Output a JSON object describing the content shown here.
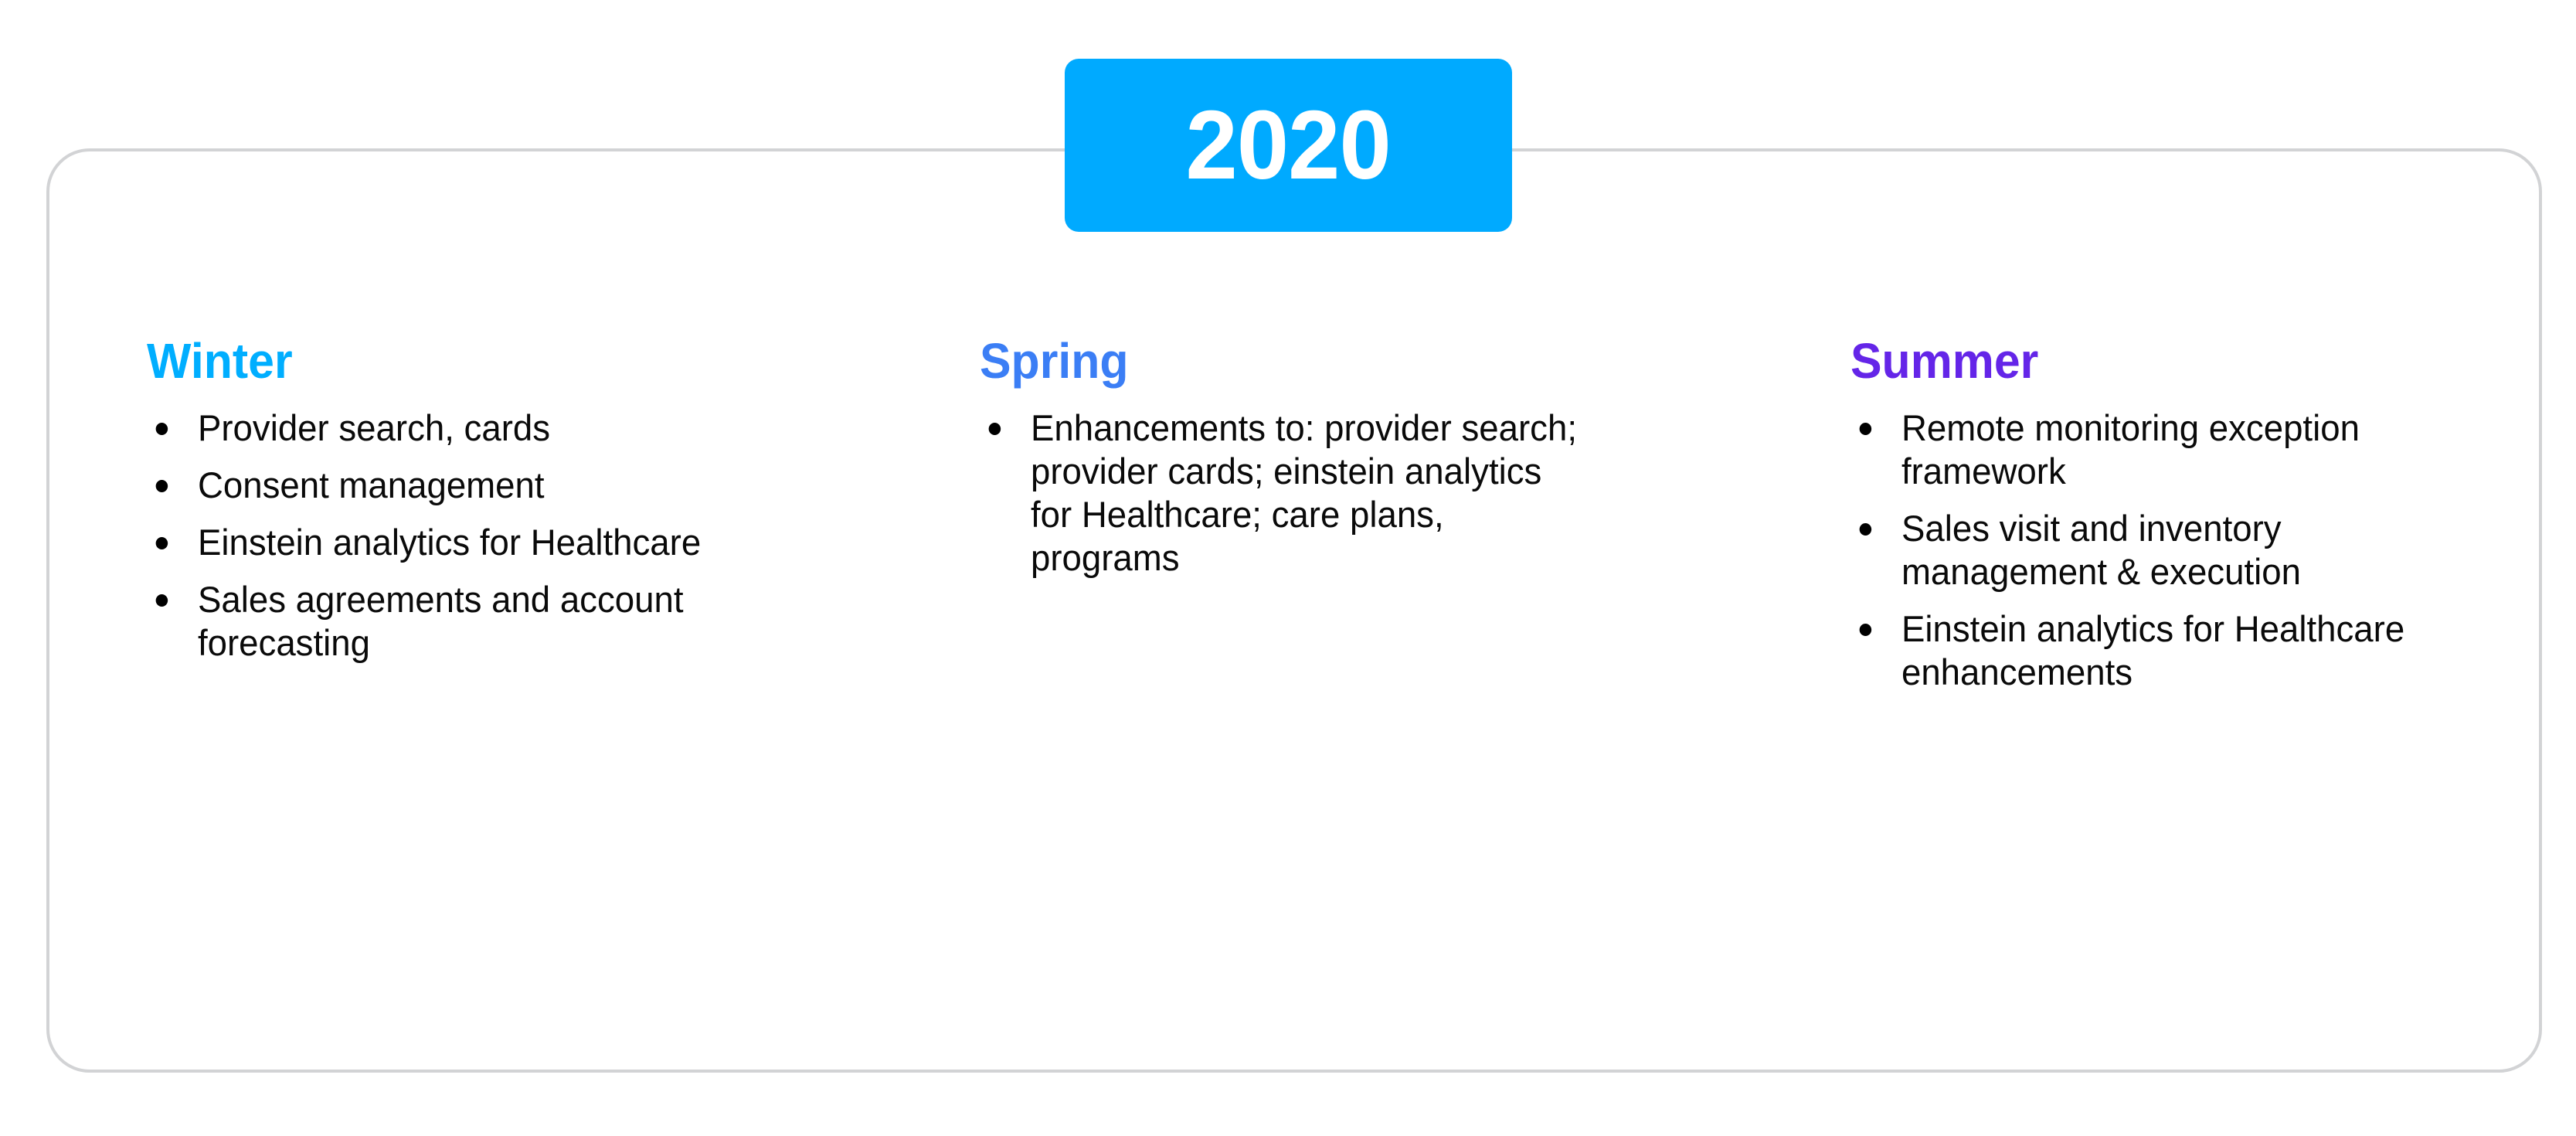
{
  "year_badge": {
    "label": "2020",
    "background_color": "#00AAFF",
    "text_color": "#FFFFFF"
  },
  "card": {
    "border_color": "#D2D3D5"
  },
  "columns": [
    {
      "id": "winter",
      "heading": "Winter",
      "heading_color": "#00AEFF",
      "bullets": [
        "Provider search, cards",
        "Consent management",
        "Einstein analytics for Healthcare",
        "Sales agreements and account forecasting"
      ]
    },
    {
      "id": "spring",
      "heading": "Spring",
      "heading_color": "#3B7EF5",
      "bullets": [
        "Enhancements to: provider search; provider cards; einstein analytics for Healthcare; care plans, programs"
      ]
    },
    {
      "id": "summer",
      "heading": "Summer",
      "heading_color": "#6425E8",
      "bullets": [
        "Remote monitoring exception framework",
        "Sales visit and inventory management & execution",
        "Einstein analytics for Healthcare enhancements"
      ]
    }
  ]
}
